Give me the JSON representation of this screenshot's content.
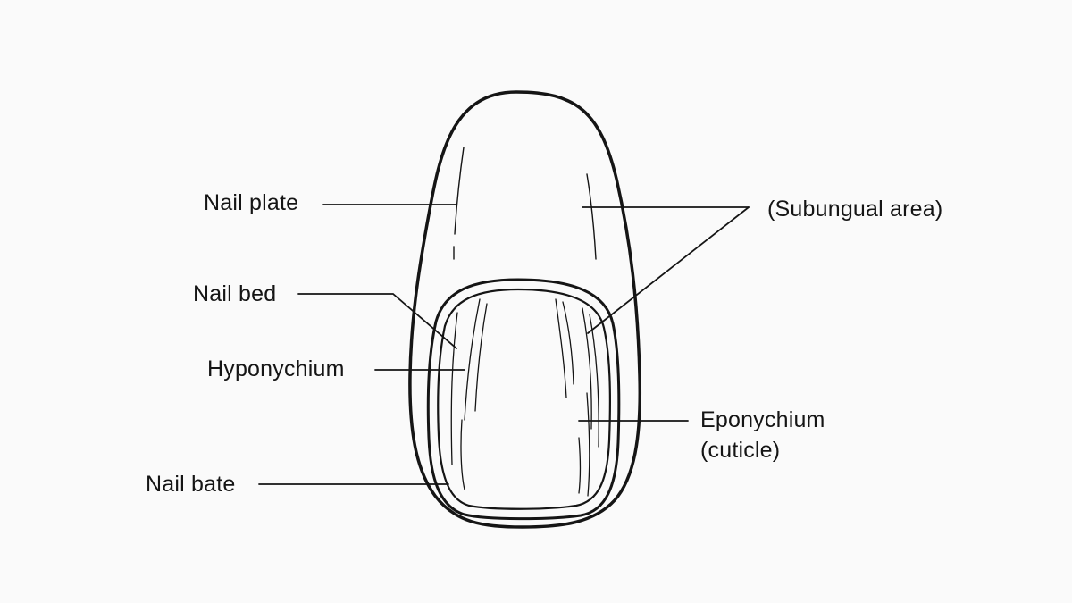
{
  "labels": {
    "nail_plate": "Nail plate",
    "nail_bed": "Nail bed",
    "hyponychium": "Hyponychium",
    "nail_bate": "Nail bate",
    "subungual_area": "(Subungual area)",
    "eponychium_line1": "Eponychium",
    "eponychium_line2": "(cuticle)"
  },
  "colors": {
    "background": "#fafafa",
    "stroke": "#151515"
  }
}
